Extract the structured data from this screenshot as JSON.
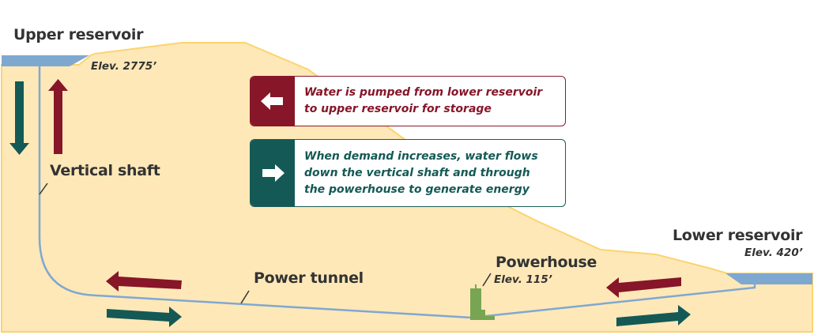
{
  "title": "Pumped storage hydroelectric cross-section",
  "colors": {
    "terrain_fill": "#fee8b8",
    "terrain_stroke": "#fbd46e",
    "water": "#7fa8d0",
    "pump_arrow": "#861628",
    "generate_arrow": "#145955",
    "powerhouse": "#77a552",
    "label_text": "#333333"
  },
  "labels": {
    "upper_reservoir": "Upper reservoir",
    "upper_elevation": "Elev. 2775’",
    "vertical_shaft": "Vertical shaft",
    "power_tunnel": "Power tunnel",
    "powerhouse": "Powerhouse",
    "powerhouse_elevation": "Elev. 115’",
    "lower_reservoir": "Lower reservoir",
    "lower_elevation": "Elev. 420’"
  },
  "legend": {
    "pump": {
      "icon": "arrow-left-icon",
      "lines": [
        "Water is pumped from lower reservoir",
        "to upper reservoir for storage"
      ]
    },
    "generate": {
      "icon": "arrow-right-icon",
      "lines": [
        "When demand increases, water flows",
        "down the vertical shaft and through",
        "the powerhouse to generate energy"
      ]
    }
  }
}
